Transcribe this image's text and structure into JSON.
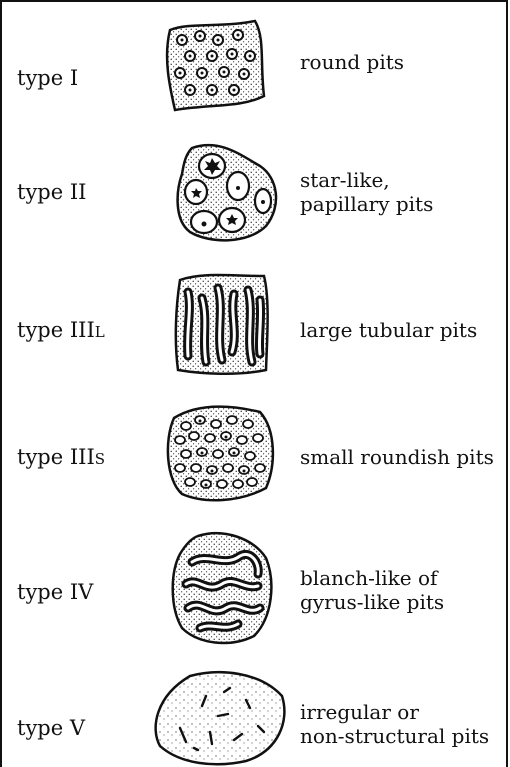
{
  "rows": [
    {
      "type_main": "type I",
      "type_sub": "",
      "desc_lines": [
        "round pits"
      ]
    },
    {
      "type_main": "type II",
      "type_sub": "",
      "desc_lines": [
        "star-like,",
        "papillary pits"
      ]
    },
    {
      "type_main": "type III",
      "type_sub": "L",
      "desc_lines": [
        "large tubular pits"
      ]
    },
    {
      "type_main": "type III",
      "type_sub": "S",
      "desc_lines": [
        "small roundish pits"
      ]
    },
    {
      "type_main": "type IV",
      "type_sub": "",
      "desc_lines": [
        "blanch-like of",
        "gyrus-like pits"
      ]
    },
    {
      "type_main": "type V",
      "type_sub": "",
      "desc_lines": [
        "irregular or",
        "non-structural pits"
      ]
    }
  ]
}
